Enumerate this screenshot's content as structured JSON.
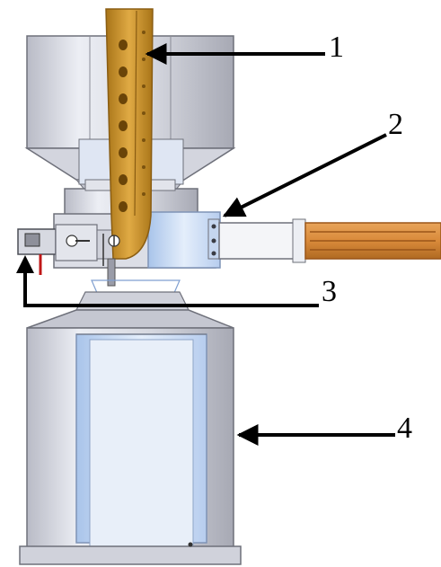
{
  "figure": {
    "callouts": [
      {
        "label": "1",
        "target": "ladder-electrode"
      },
      {
        "label": "2",
        "target": "transfer-arm-port"
      },
      {
        "label": "3",
        "target": "sample-holder"
      },
      {
        "label": "4",
        "target": "lower-cylinder-chamber"
      }
    ]
  },
  "colors": {
    "steel_light": "#e6e7ee",
    "steel_mid": "#c9cbd5",
    "steel_dark": "#9a9ca8",
    "blue_glass": "#cfe0f5",
    "blue_deep": "#a9c4ea",
    "copper": "#d98a3a",
    "copper_dark": "#9a5518",
    "gold": "#c8922e",
    "gold_dark": "#8a5d12",
    "outline": "#6e707a",
    "arrow": "#000000",
    "wire_red": "#c01818"
  }
}
